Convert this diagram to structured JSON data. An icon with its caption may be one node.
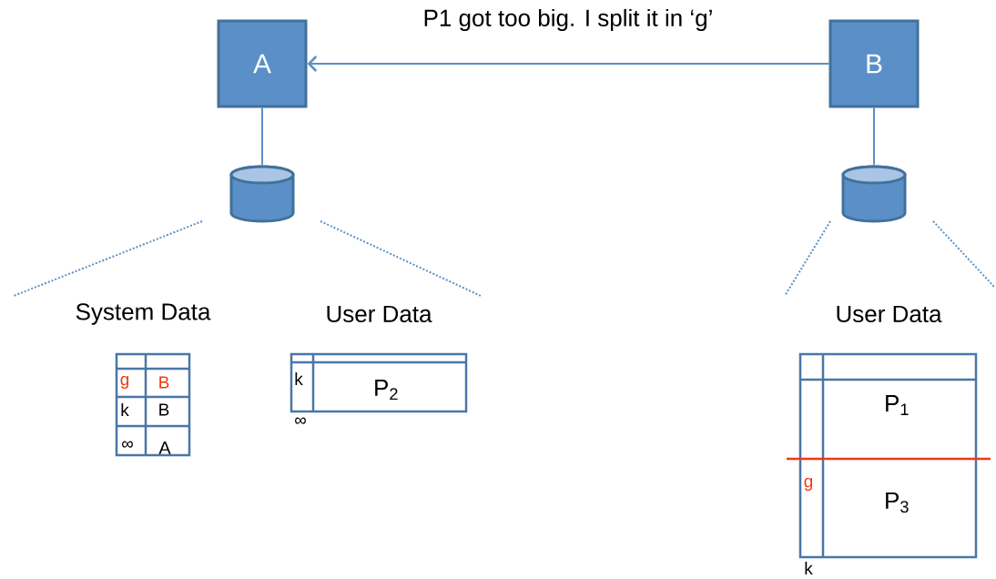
{
  "diagram": {
    "nodes": [
      {
        "text": [
          "A"
        ]
      },
      {
        "text": [
          "B"
        ]
      },
      {
        "text": [],
        "shape": "cylinder"
      },
      {
        "text": [],
        "shape": "cylinder"
      }
    ],
    "edges": [
      {
        "from": 1,
        "to": 0,
        "arrow": "to",
        "label": "P1 got too big. I split it in ‘g’"
      },
      {
        "from": 0,
        "to": 2,
        "arrow": "none"
      },
      {
        "from": 1,
        "to": 3,
        "arrow": "none"
      }
    ],
    "labels": [
      "System Data",
      "User Data",
      "User Data",
      "g",
      "B",
      "k",
      "B",
      "∞",
      "A",
      "k",
      "P$_{2}$",
      "∞",
      "P$_{1}$",
      "g",
      "P$_{3}$",
      "k"
    ]
  }
}
